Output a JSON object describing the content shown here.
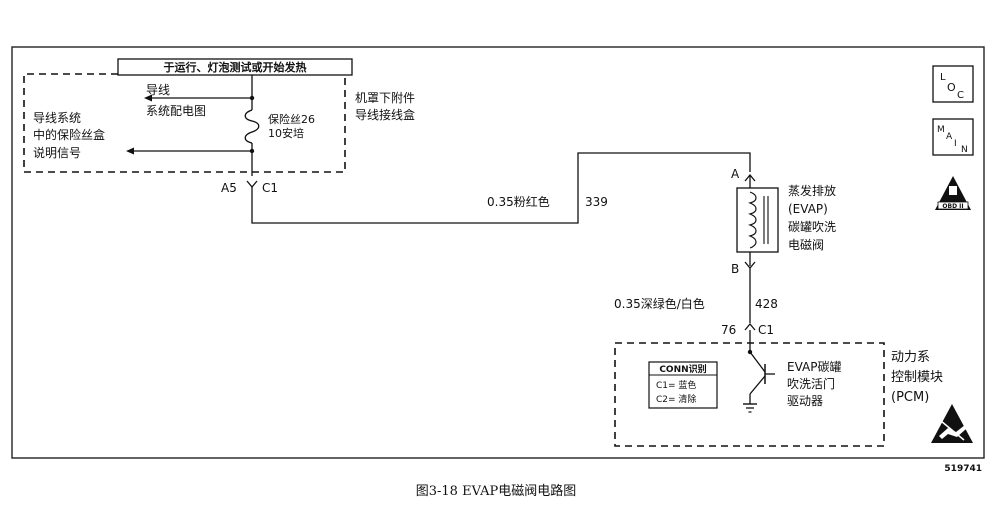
{
  "header_banner": "于运行、灯泡测试或开始发热",
  "fuse_box": {
    "label_line1": "机罩下附件",
    "label_line2": "导线接线盒",
    "fuse_line1": "保险丝26",
    "fuse_line2": "10安培",
    "ref_wiring_line1": "导线",
    "ref_wiring_line2": "系统配电图",
    "ref_fuse_line1": "导线系统",
    "ref_fuse_line2": "中的保险丝盒",
    "ref_fuse_line3": "说明信号",
    "pin": "A5",
    "connector": "C1"
  },
  "wire_pink": {
    "gauge_color": "0.35粉红色",
    "circuit": "339"
  },
  "solenoid": {
    "pin_a": "A",
    "pin_b": "B",
    "label_line1": "蒸发排放",
    "label_line2": "(EVAP)",
    "label_line3": "碳罐吹洗",
    "label_line4": "电磁阀"
  },
  "wire_green": {
    "gauge_color": "0.35深绿色/白色",
    "circuit": "428"
  },
  "pcm": {
    "pin": "76",
    "connector": "C1",
    "conn_title": "CONN识别",
    "conn_c1": "C1= 蓝色",
    "conn_c2": "C2= 清除",
    "driver_line1": "EVAP碳罐",
    "driver_line2": "吹洗活门",
    "driver_line3": "驱动器",
    "label_line1": "动力系",
    "label_line2": "控制模块",
    "label_line3": "(PCM)"
  },
  "icons": {
    "loc_l": "L",
    "loc_o": "O",
    "loc_c": "C",
    "main_m": "M",
    "main_a": "A",
    "main_i": "I",
    "main_n": "N",
    "obd_text": "OBD II"
  },
  "figure_number": "519741",
  "caption": "图3-18   EVAP电磁阀电路图"
}
